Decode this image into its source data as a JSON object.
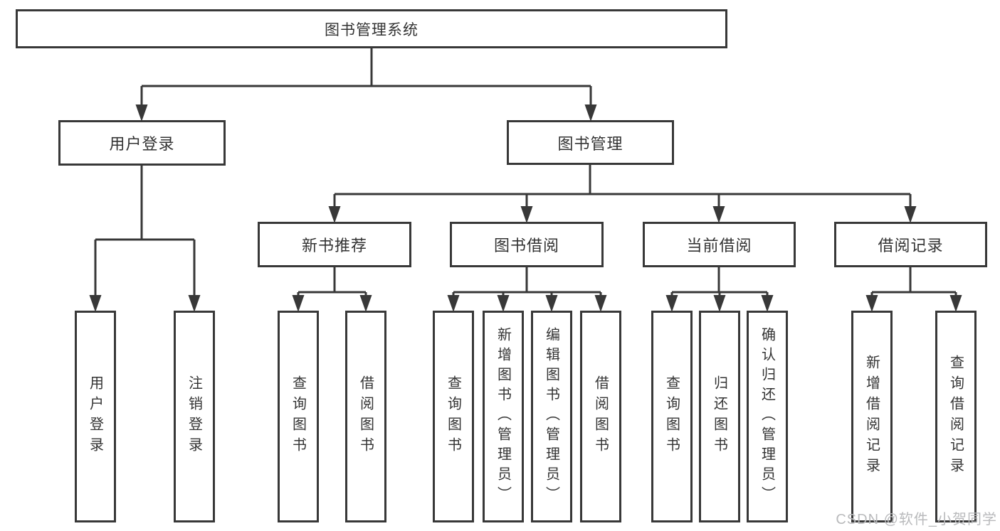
{
  "diagram": {
    "type": "tree",
    "watermark": "CSDN @软件_小贺同学",
    "colors": {
      "line": "#383838",
      "text": "#333333",
      "background": "#ffffff",
      "watermark": "#b9babc"
    },
    "nodes": {
      "root": "图书管理系统",
      "user_login": "用户登录",
      "book_mgmt": "图书管理",
      "new_books": "新书推荐",
      "book_borrow": "图书借阅",
      "current_borrow": "当前借阅",
      "borrow_records": "借阅记录",
      "leaf_user_login": "用户登录",
      "leaf_logout": "注销登录",
      "nb_query": "查询图书",
      "nb_borrow": "借阅图书",
      "bb_query": "查询图书",
      "bb_add": "新增图书（管理员）",
      "bb_edit": "编辑图书（管理员）",
      "bb_borrow": "借阅图书",
      "cb_query": "查询图书",
      "cb_return": "归还图书",
      "cb_confirm": "确认归还（管理员）",
      "rec_add": "新增借阅记录",
      "rec_query": "查询借阅记录"
    },
    "hierarchy": {
      "图书管理系统": {
        "用户登录": [
          "用户登录",
          "注销登录"
        ],
        "图书管理": {
          "新书推荐": [
            "查询图书",
            "借阅图书"
          ],
          "图书借阅": [
            "查询图书",
            "新增图书（管理员）",
            "编辑图书（管理员）",
            "借阅图书"
          ],
          "当前借阅": [
            "查询图书",
            "归还图书",
            "确认归还（管理员）"
          ],
          "借阅记录": [
            "新增借阅记录",
            "查询借阅记录"
          ]
        }
      }
    }
  }
}
